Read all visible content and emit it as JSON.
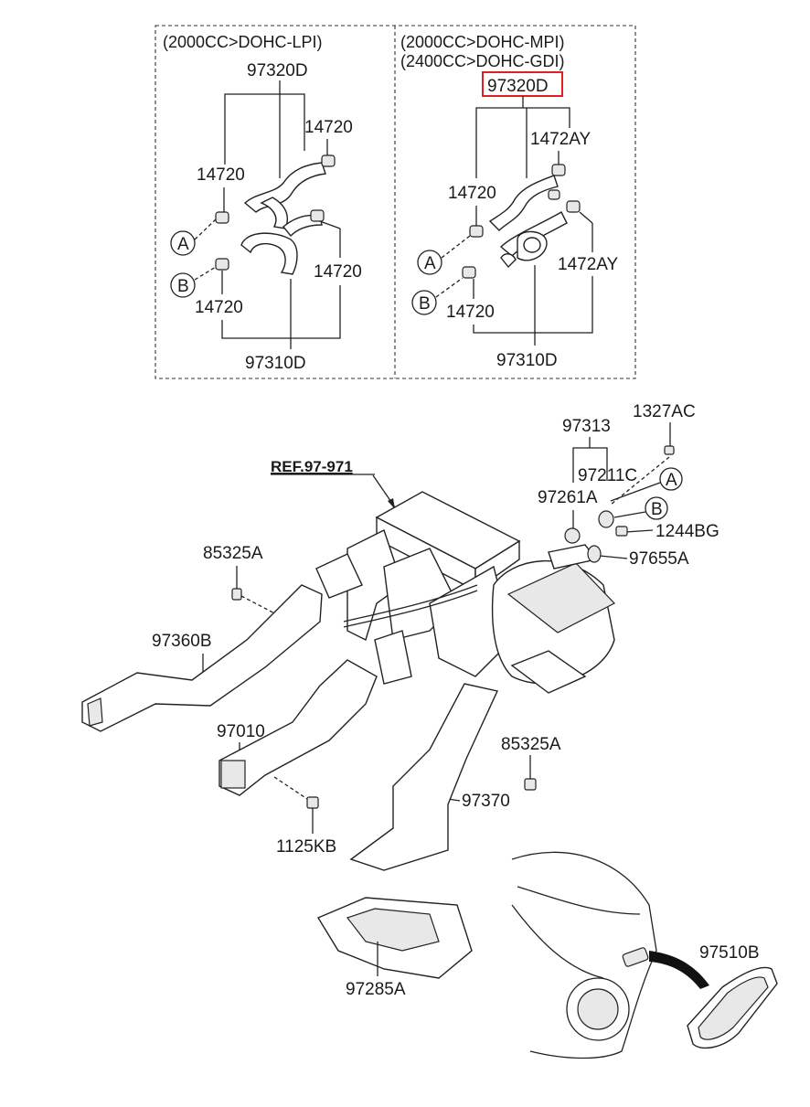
{
  "ref_label": "REF.97-971",
  "panels": {
    "left": {
      "condition": "(2000CC>DOHC-LPI)",
      "labels": {
        "hose_top": "97320D",
        "clamp_upper_right": "14720",
        "clamp_mid_left": "14720",
        "clamp_lower_right": "14720",
        "clamp_lower_left": "14720",
        "hose_bottom": "97310D",
        "marker_a": "A",
        "marker_b": "B"
      }
    },
    "right": {
      "condition_1": "(2000CC>DOHC-MPI)",
      "condition_2": "(2400CC>DOHC-GDI)",
      "labels": {
        "hose_top": "97320D",
        "clamp_upper_right": "1472AY",
        "clamp_mid_left": "14720",
        "clamp_lower_right": "1472AY",
        "clamp_lower_left": "14720",
        "hose_bottom": "97310D",
        "marker_a": "A",
        "marker_b": "B"
      }
    }
  },
  "highlight": {
    "part": "97320D",
    "color": "#e02020"
  },
  "main_labels": {
    "p97313": "97313",
    "p1327AC": "1327AC",
    "p97211C": "97211C",
    "p97261A": "97261A",
    "p1244BG": "1244BG",
    "p97655A": "97655A",
    "p85325A_top": "85325A",
    "p97360B": "97360B",
    "p97010": "97010",
    "p85325A_right": "85325A",
    "p97370": "97370",
    "p1125KB": "1125KB",
    "p97285A": "97285A",
    "p97510B": "97510B",
    "marker_a": "A",
    "marker_b": "B"
  }
}
